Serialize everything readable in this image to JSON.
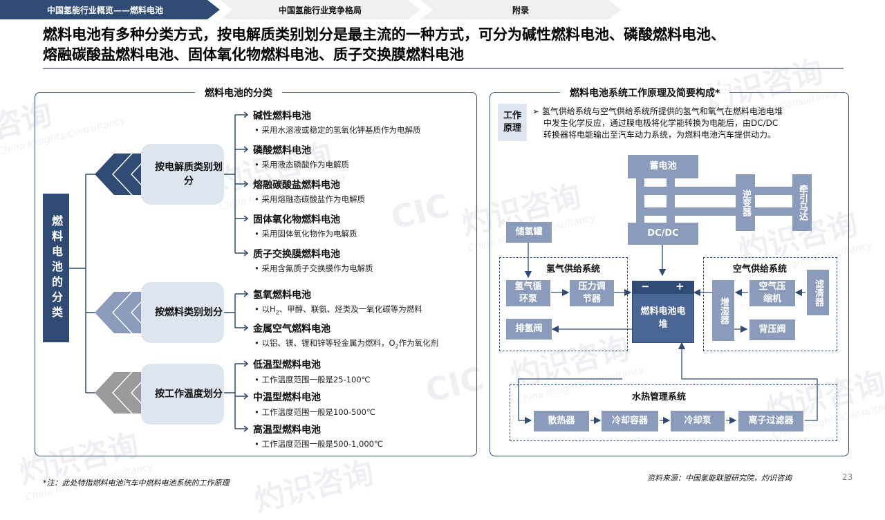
{
  "nav": {
    "tabs": [
      "中国氢能行业概览——燃料电池",
      "中国氢能行业竞争格局",
      "附录"
    ]
  },
  "headline": {
    "line1": "燃料电池有多种分类方式，按电解质类别划分是最主流的一种方式，可分为碱性燃料电池、磷酸燃料电池、",
    "line2": "熔融碳酸盐燃料电池、固体氧化物燃料电池、质子交换膜燃料电池"
  },
  "left": {
    "title": "燃料电池的分类",
    "root": "燃料电池的分类",
    "categories": [
      {
        "label": "按电解质类别划分",
        "items": [
          {
            "name": "碱性燃料电池",
            "desc": "采用水溶液或稳定的氢氧化钾基质作为电解质"
          },
          {
            "name": "磷酸燃料电池",
            "desc": "采用液态磷酸作为电解质"
          },
          {
            "name": "熔融碳酸盐燃料电池",
            "desc": "采用熔融态碳酸盐作为电解质"
          },
          {
            "name": "固体氧化物燃料电池",
            "desc": "采用固体氧化物作为电解质"
          },
          {
            "name": "质子交换膜燃料电池",
            "desc": "采用含氟质子交换膜作为电解质"
          }
        ]
      },
      {
        "label": "按燃料类别划分",
        "items": [
          {
            "name": "氢氧燃料电池",
            "desc_pre": "以H",
            "desc_sub": "2",
            "desc_post": "、甲醇、联氨、烃类及一氧化碳等为燃料"
          },
          {
            "name": "金属空气燃料电池",
            "desc_pre": "以铝、镁、锂和锌等轻金属为燃料，O",
            "desc_sub": "2",
            "desc_post": "作为氧化剂"
          }
        ]
      },
      {
        "label": "按工作温度划分",
        "items": [
          {
            "name": "低温型燃料电池",
            "desc": "工作温度范围一般是25-100℃"
          },
          {
            "name": "中温型燃料电池",
            "desc": "工作温度范围一般是100-500℃"
          },
          {
            "name": "高温型燃料电池",
            "desc": "工作温度范围一般是500-1,000℃"
          }
        ]
      }
    ]
  },
  "right": {
    "title": "燃料电池系统工作原理及简要构成*",
    "principle_label": "工作原理",
    "principle_text_1": "氢气供给系统与空气供给系统所提供的氢气和氧气在燃料电池电堆",
    "principle_text_2": "中发生化学反应，通过膜电极将化学能转换为电能后，由DC/DC",
    "principle_text_3": "转换器将电能输出至汽车动力系统，为燃料电池汽车提供动力。",
    "boxes": {
      "battery": "蓄电池",
      "inverter": "逆变器",
      "motor": "牵引马达",
      "dcdc": "DC/DC",
      "tank": "储氢罐",
      "h2_system": "氢气供给系统",
      "h2_pump": "氢气循环泵",
      "regulator": "压力调节器",
      "purge": "排氢阀",
      "stack": "燃料电池电堆",
      "minus": "−",
      "plus": "+",
      "air_system": "空气供给系统",
      "humidifier": "增湿器",
      "compressor": "空气压缩机",
      "filter": "滤清器",
      "backpressure": "背压阀",
      "thermal_system": "水热管理系统",
      "radiator": "散热器",
      "coolant_tank": "冷却容器",
      "coolant_pump": "冷却泵",
      "ion_filter": "离子过滤器"
    }
  },
  "footer": {
    "note": "*注：此处特指燃料电池汽车中燃料电池系统的工作原理",
    "source": "资料来源：中国氢能联盟研究院，灼识咨询",
    "page": "23"
  },
  "watermark": {
    "cn": "灼识咨询",
    "en": "China Insights Consultancy",
    "logo": "CIC"
  },
  "colors": {
    "navy": "#2f4a73",
    "mid_blue": "#8a9bbb",
    "light_blue": "#dfe5ef",
    "chevron_blue_1": "#2f4a73",
    "chevron_blue_2": "#8a9bbb",
    "chevron_gray": "#9a9a9a"
  }
}
